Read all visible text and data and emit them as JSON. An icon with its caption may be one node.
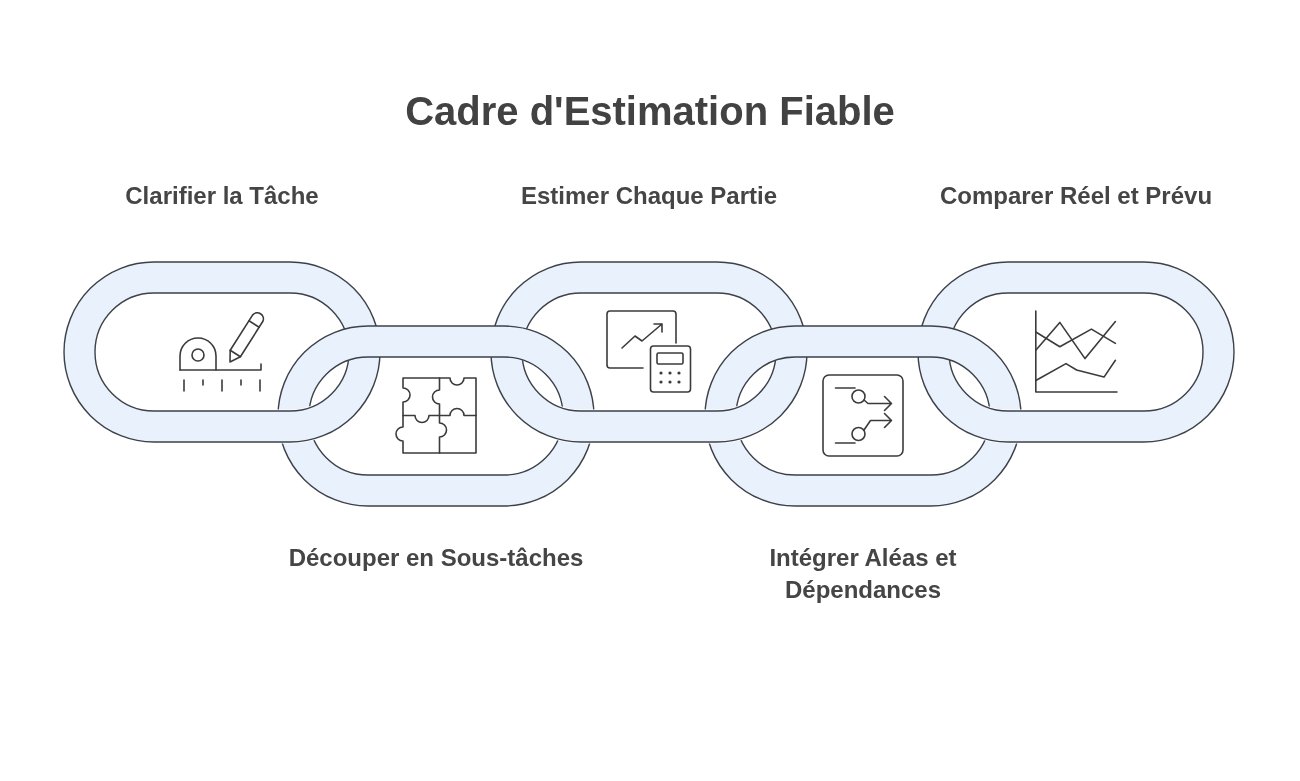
{
  "diagram": {
    "title": "Cadre d'Estimation Fiable",
    "nodes": [
      {
        "text": [
          "Clarifier la Tâche"
        ]
      },
      {
        "text": [
          "Découper en Sous-tâches"
        ]
      },
      {
        "text": [
          "Estimer Chaque Partie"
        ]
      },
      {
        "text": [
          "Intégrer Aléas et Dépendances"
        ]
      },
      {
        "text": [
          "Comparer Réel et Prévu"
        ]
      }
    ]
  }
}
